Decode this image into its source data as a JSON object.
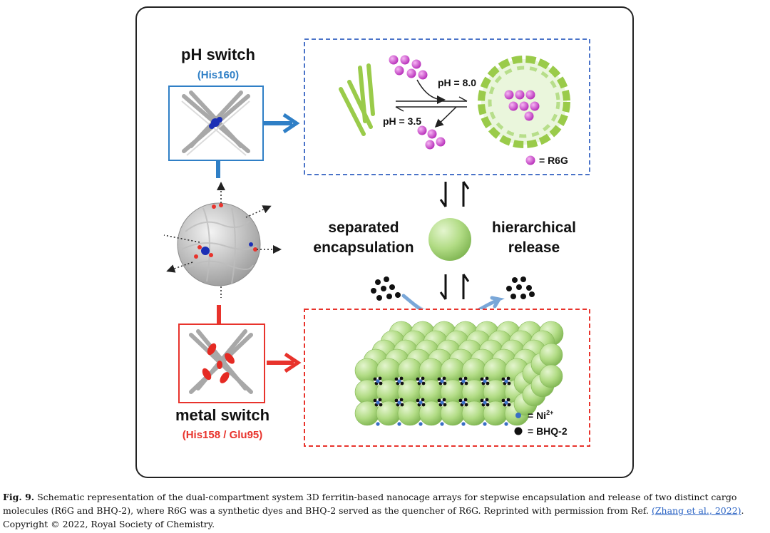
{
  "figure": {
    "ph_switch": {
      "title": "pH switch",
      "residue": "(His160)"
    },
    "metal_switch": {
      "title": "metal switch",
      "residue": "(His158 / Glu95)"
    },
    "ph_panel": {
      "ph_high": "pH = 8.0",
      "ph_low": "pH = 3.5",
      "legend": "= R6G"
    },
    "center": {
      "left_line1": "separated",
      "left_line2": "encapsulation",
      "right_line1": "hierarchical",
      "right_line2": "release"
    },
    "metal_panel": {
      "legend_ni": "= Ni",
      "legend_ni_sup": "2+",
      "legend_bhq": "= BHQ-2"
    },
    "colors": {
      "blue": "#2f7fc6",
      "red": "#e8332c",
      "magenta": "#c63dc8",
      "green": "#b2dc85",
      "nickel": "#3a6fc4"
    }
  },
  "caption": {
    "label": "Fig. 9.",
    "text": "Schematic representation of the dual-compartment system 3D ferritin-based nanocage arrays for stepwise encapsulation and release of two distinct cargo molecules (R6G and BHQ-2), where R6G was a synthetic dyes and BHQ-2 served as the quencher of R6G. Reprinted with permission from Ref.",
    "ref_link": "(Zhang et al., 2022)",
    "end": ".",
    "copyright": "Copyright © 2022, Royal Society of Chemistry."
  }
}
